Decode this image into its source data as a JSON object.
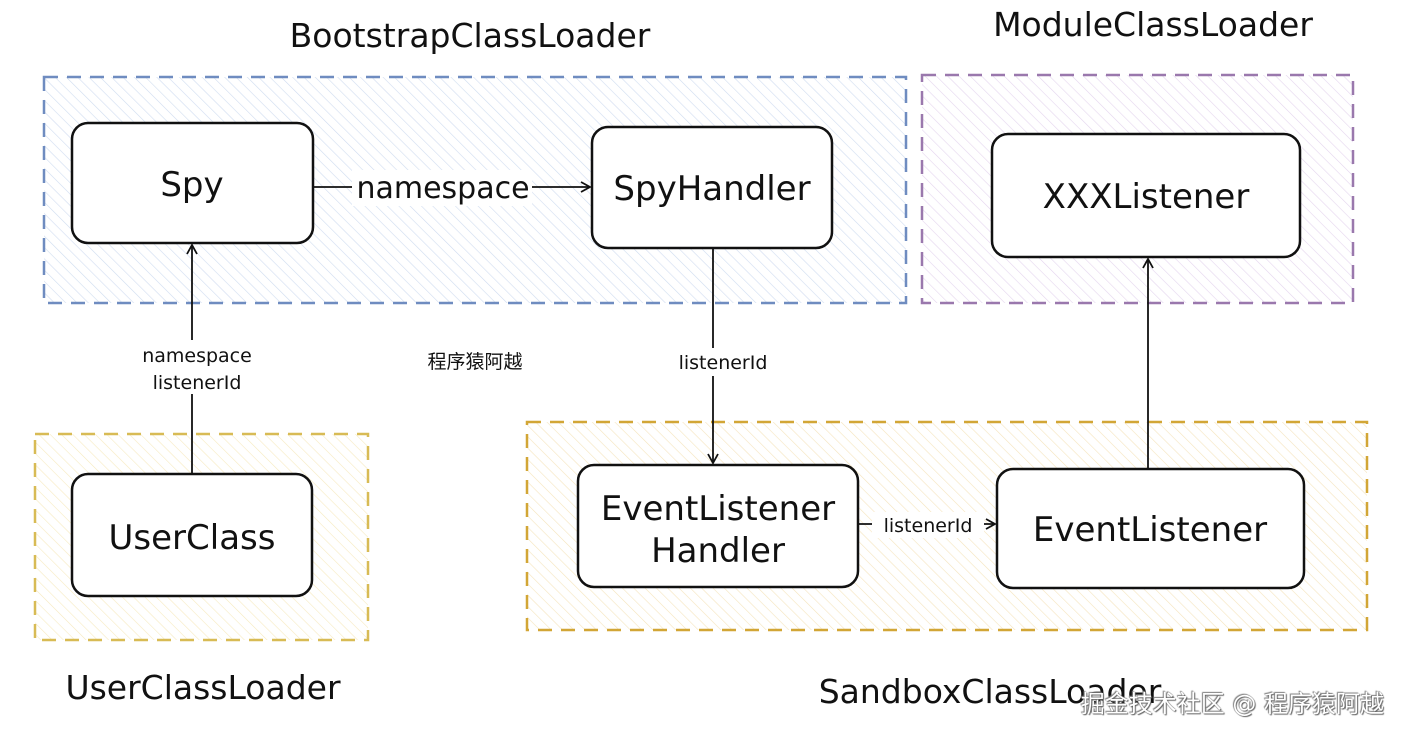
{
  "groups": {
    "bootstrap": {
      "label": "BootstrapClassLoader",
      "color": "#6f8cc0"
    },
    "module": {
      "label": "ModuleClassLoader",
      "color": "#9a78ad"
    },
    "user": {
      "label": "UserClassLoader",
      "color": "#d8bb55"
    },
    "sandbox": {
      "label": "SandboxClassLoader",
      "color": "#d2a636"
    }
  },
  "nodes": {
    "spy": "Spy",
    "spy_handler": "SpyHandler",
    "xxx_listener": "XXXListener",
    "user_class": "UserClass",
    "event_listener_handler_line1": "EventListener",
    "event_listener_handler_line2": "Handler",
    "event_listener": "EventListener"
  },
  "edges": {
    "spy_to_handler": "namespace",
    "user_to_spy_line1": "namespace",
    "user_to_spy_line2": "listenerId",
    "handler_to_elh": "listenerId",
    "elh_to_el": "listenerId"
  },
  "annotation": "程序猿阿越",
  "watermark": "掘金技术社区 @ 程序猿阿越"
}
